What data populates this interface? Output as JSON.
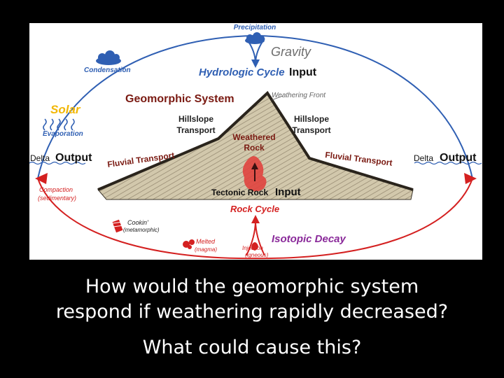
{
  "diagram": {
    "precipitation": "Precipitation",
    "gravity": "Gravity",
    "condensation": "Condensation",
    "hydrologic_cycle": "Hydrologic Cycle",
    "input_word": "Input",
    "geomorphic_system": "Geomorphic System",
    "weathering_front": "Weathering Front",
    "solar": "Solar",
    "evaporation": "Evaporation",
    "hillslope_transport_left": [
      "Hillslope",
      "Transport"
    ],
    "hillslope_transport_right": [
      "Hillslope",
      "Transport"
    ],
    "weathered_rock": [
      "Weathered",
      "Rock"
    ],
    "delta_word": "Delta",
    "output_word": "Output",
    "fluvial_transport_left": "Fluvial Transport",
    "fluvial_transport_right": "Fluvial Transport",
    "tectonic_rock": "Tectonic Rock",
    "rock_cycle": "Rock Cycle",
    "compaction": [
      "Compaction",
      "(sedimentary)"
    ],
    "cookin": [
      "Cookin'",
      "(metamorphic)"
    ],
    "melted": [
      "Melted",
      "(magma)"
    ],
    "injection": [
      "Injection",
      "(igneous)"
    ],
    "isotopic_decay": "Isotopic Decay",
    "colors": {
      "hydro_blue": "#2f5fb3",
      "rock_red": "#d42020",
      "geomorphic_maroon": "#7a1a12",
      "solar_yellow": "#f2b705",
      "isotopic_purple": "#8a2a9a",
      "rock_fill": "#cfc5a8"
    }
  },
  "question": {
    "line1": "How would the geomorphic system",
    "line2": "respond if weathering rapidly decreased?",
    "line3": "What could cause this?"
  }
}
